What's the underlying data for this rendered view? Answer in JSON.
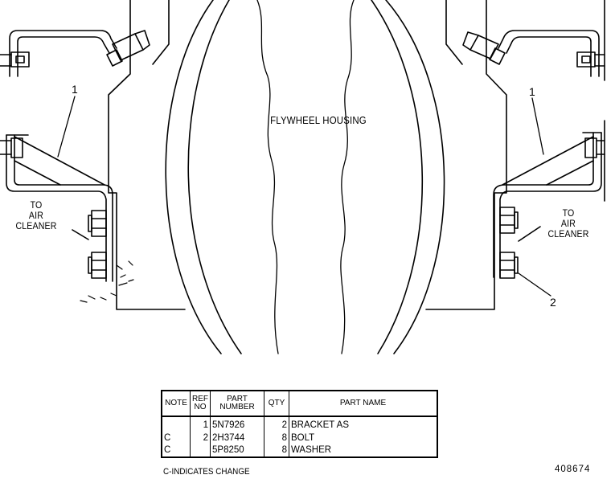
{
  "labels": {
    "flywheel_housing": "FLYWHEEL HOUSING",
    "to_air_cleaner_left": [
      "TO",
      "AIR",
      "CLEANER"
    ],
    "to_air_cleaner_right": [
      "TO",
      "AIR",
      "CLEANER"
    ],
    "ref_1_left": "1",
    "ref_1_right": "1",
    "ref_2": "2"
  },
  "parts_table": {
    "headers": {
      "note": "NOTE",
      "ref_no": [
        "REF",
        "NO"
      ],
      "part_number": [
        "PART",
        "NUMBER"
      ],
      "qty": "QTY",
      "part_name": "PART NAME"
    },
    "rows": [
      {
        "note": "",
        "ref": "1",
        "part_number": "5N7926",
        "qty": "2",
        "name": "BRACKET AS"
      },
      {
        "note": "C",
        "ref": "2",
        "part_number": "2H3744",
        "qty": "8",
        "name": "BOLT"
      },
      {
        "note": "C",
        "ref": "",
        "part_number": "5P8250",
        "qty": "8",
        "name": "WASHER"
      }
    ]
  },
  "footnote": "C-INDICATES CHANGE",
  "drawing_number": "408674"
}
